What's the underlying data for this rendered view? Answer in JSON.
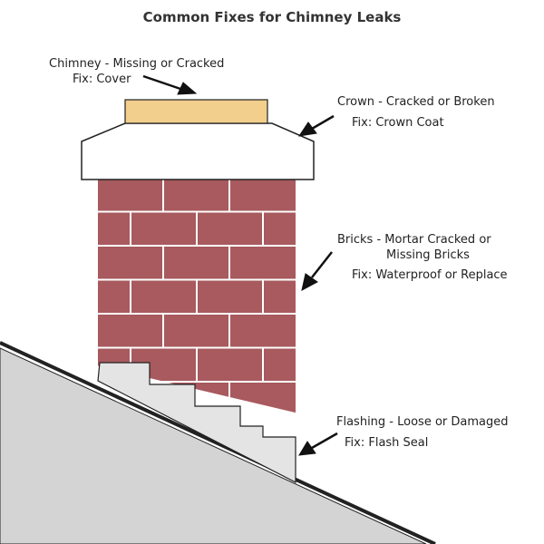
{
  "title": "Common Fixes for Chimney Leaks",
  "labels": {
    "chimney_issue": "Chimney - Missing or Cracked",
    "chimney_fix": "Fix: Cover",
    "crown_issue": "Crown - Cracked or Broken",
    "crown_fix": "Fix: Crown Coat",
    "bricks_issue_1": "Bricks - Mortar Cracked or",
    "bricks_issue_2": "Missing Bricks",
    "bricks_fix": "Fix: Waterproof or Replace",
    "flashing_issue": "Flashing - Loose or Damaged",
    "flashing_fix": "Fix: Flash Seal"
  },
  "colors": {
    "brick": "#a85a5e",
    "mortar": "#ffffff",
    "cap": "#f2cf8c",
    "crown": "#ffffff",
    "roof": "#d4d4d4",
    "flashing": "#e4e4e4",
    "outline": "#222222"
  }
}
